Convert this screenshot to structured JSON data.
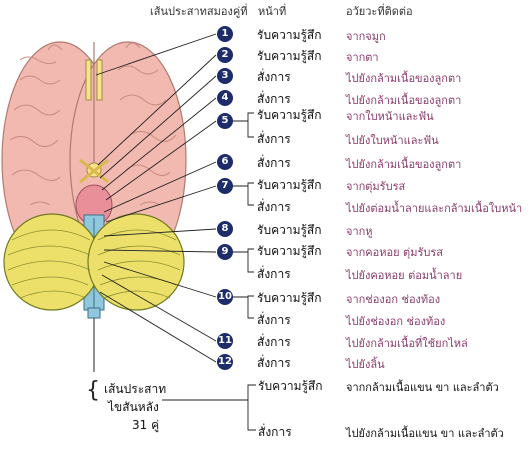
{
  "headers": {
    "nerve": "เส้นประสาทสมองคู่ที่",
    "function": "หน้าที่",
    "target": "อวัยวะที่ติดต่อ"
  },
  "rows": [
    {
      "num": "1",
      "function": "รับความรู้สึก",
      "target": "จากจมูก"
    },
    {
      "num": "2",
      "function": "รับความรู้สึก",
      "target": "จากตา"
    },
    {
      "num": "3",
      "function": "สั่งการ",
      "target": "ไปยังกล้ามเนื้อของลูกตา"
    },
    {
      "num": "4",
      "function": "สั่งการ",
      "target": "ไปยังกล้ามเนื้อของลูกตา"
    },
    {
      "num": "5",
      "function": "รับความรู้สึก",
      "target": "จากใบหน้าและฟัน"
    },
    {
      "num": "",
      "function": "สั่งการ",
      "target": "ไปยังใบหน้าและฟัน"
    },
    {
      "num": "6",
      "function": "สั่งการ",
      "target": "ไปยังกล้ามเนื้อของลูกตา"
    },
    {
      "num": "7",
      "function": "รับความรู้สึก",
      "target": "จากตุ่มรับรส"
    },
    {
      "num": "",
      "function": "สั่งการ",
      "target": "ไปยังต่อมน้ำลายและกล้ามเนื้อใบหน้า"
    },
    {
      "num": "8",
      "function": "รับความรู้สึก",
      "target": "จากหู"
    },
    {
      "num": "9",
      "function": "รับความรู้สึก",
      "target": "จากคอหอย ตุ่มรับรส"
    },
    {
      "num": "",
      "function": "สั่งการ",
      "target": "ไปยังคอหอย ต่อมน้ำลาย"
    },
    {
      "num": "10",
      "function": "รับความรู้สึก",
      "target": "จากช่องอก ช่องท้อง"
    },
    {
      "num": "",
      "function": "สั่งการ",
      "target": "ไปยังช่องอก ช่องท้อง"
    },
    {
      "num": "11",
      "function": "สั่งการ",
      "target": "ไปยังกล้ามเนื้อที่ใช้ยกไหล่"
    },
    {
      "num": "12",
      "function": "สั่งการ",
      "target": "ไปยังลิ้น"
    }
  ],
  "spinal": {
    "label_line1": "เส้นประสาท",
    "label_line2": "ไขสันหลัง",
    "label_line3": "31 คู่",
    "sensory_function": "รับความรู้สึก",
    "sensory_target": "จากกล้ามเนื้อแขน ขา และลำตัว",
    "motor_function": "สั่งการ",
    "motor_target": "ไปยังกล้ามเนื้อแขน ขา และลำตัว"
  },
  "colors": {
    "badge": "#1d2c6b",
    "target_text": "#8a3b6d",
    "cerebrum": "#f2b9b0",
    "cerebellum": "#ece06a",
    "brainstem": "#8fc7dc"
  }
}
